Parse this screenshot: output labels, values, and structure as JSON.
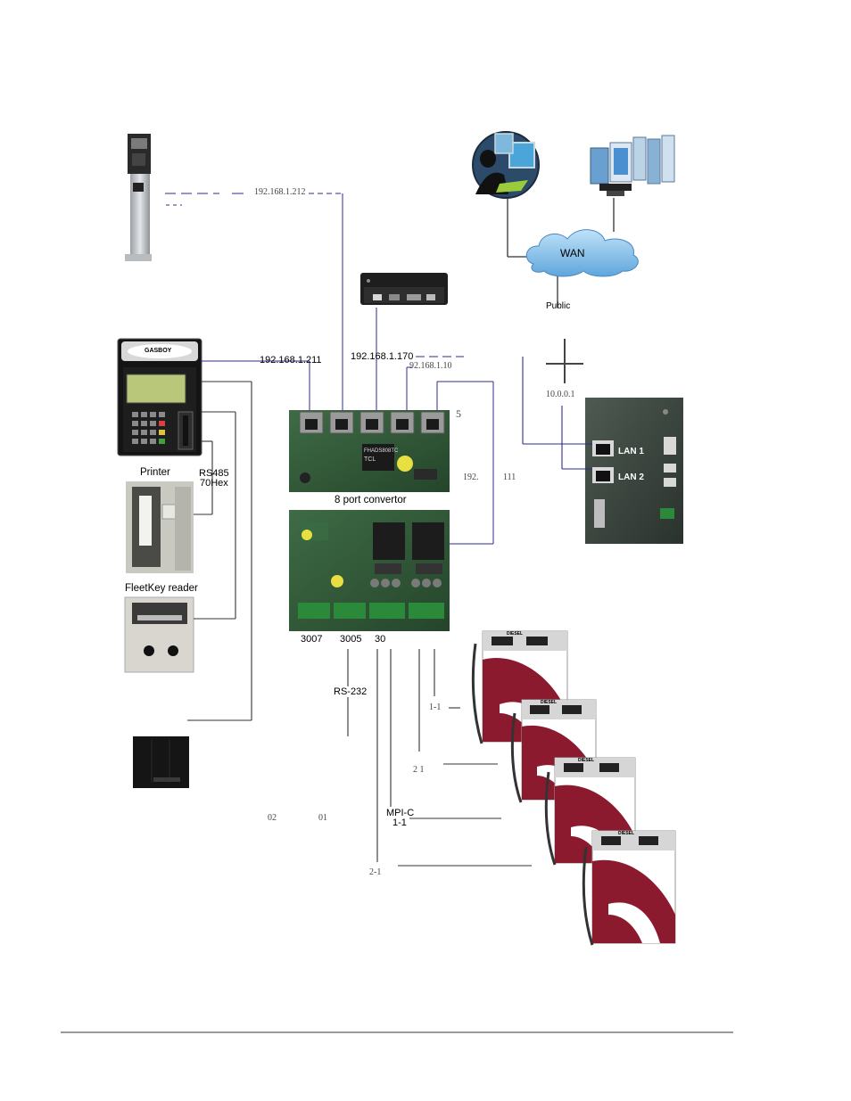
{
  "labels": {
    "ip_212": "192.168.1.212",
    "ip_211": "192.168.1.211",
    "ip_170": "192.168.1.170",
    "ip_10": "92.168.1.10",
    "port_5": "5",
    "ip_192": "192.",
    "ip_111": "111",
    "ip_gw": "10.0.0.1",
    "wan": "WAN",
    "public": "Public",
    "printer": "Printer",
    "rs485": "RS485",
    "hex70": "70Hex",
    "fleetkey": "FleetKey reader",
    "converter": "8 port convertor",
    "port_3007": "3007",
    "port_3005": "3005",
    "port_30": "30",
    "rs232": "RS-232",
    "pump_1_1": "1-1",
    "pump_2_1": "2 1",
    "mpi_c": "MPI-C",
    "mpi_1_1": "1-1",
    "pump_2_1b": "2-1",
    "num_02": "02",
    "num_01": "01",
    "lan1": "LAN 1",
    "lan2": "LAN 2",
    "gasboy": "GASBOY",
    "diesel": "DIESEL",
    "board_brand": "FHADS808TC",
    "board_model": "TCL"
  },
  "colors": {
    "link_blue": "#2c2c8c",
    "link_gray": "#555555",
    "pump_red": "#8c1a2e",
    "wan_cloud": "#7ab8e6",
    "board_green": "#2f5a35"
  }
}
